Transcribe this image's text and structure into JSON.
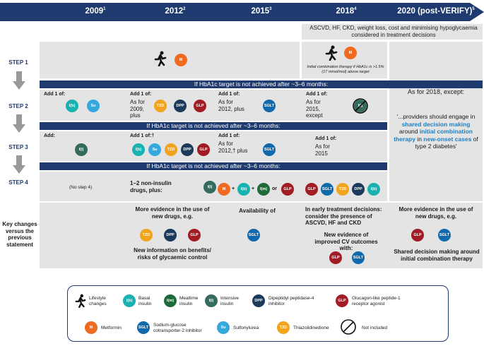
{
  "years": [
    {
      "label": "2009",
      "sup": "1"
    },
    {
      "label": "2012",
      "sup": "2"
    },
    {
      "label": "2015",
      "sup": "3"
    },
    {
      "label": "2018",
      "sup": "4"
    },
    {
      "label": "2020 (post-VERIFY)",
      "sup": "5"
    }
  ],
  "top_note_2018": "ASCVD, HF, CKD, weight loss, cost and minimising hypoglycaemia considered in treatment decisions",
  "steps": [
    "STEP 1",
    "STEP 2",
    "STEP 3",
    "STEP 4"
  ],
  "bands": {
    "band1": "If HbA1c target is not achieved after ~3–6 months:",
    "band2": "If HbA1c target is not achieved after ~3–6 months:",
    "band3": "If HbA1c target is not achieved after ~3–6 months:"
  },
  "step1": {
    "note_2018": "Initial combination therapy if HbA1c is >1.5% (17 mmol/mol) above target"
  },
  "step2": {
    "c2009": "Add 1 of:",
    "c2012": "Add 1 of:",
    "c2012_sub": "As for 2009, plus",
    "c2015": "Add 1 of:",
    "c2015_sub": "As for 2012, plus",
    "c2018": "Add 1 of:",
    "c2018_sub": "As for 2015, except"
  },
  "step3": {
    "c2009": "Add:",
    "c2012": "Add 1 of:†",
    "c2015": "Add 1 of:",
    "c2015_sub": "As for 2012,† plus",
    "c2018": "Add 1 of:",
    "c2018_sub": "As for 2015"
  },
  "step4": {
    "c2009": "(No step 4)",
    "c2012": "1–2 non-insulin drugs, plus:",
    "or": "or"
  },
  "col2020": {
    "line1": "As for 2018, except:",
    "quote_a": "'...providers should engage in ",
    "quote_b": "shared decision making",
    "quote_c": " around ",
    "quote_d": "initial combination therapy",
    "quote_e": " in ",
    "quote_f": "new-onset cases",
    "quote_g": " of type 2 diabetes'"
  },
  "key_changes": {
    "label": "Key changes versus the previous statement",
    "c2012_a": "More evidence in the use of new drugs, e.g.",
    "c2012_b": "New information on benefits/ risks of glycaemic control",
    "c2015_a": "Availability of",
    "c2018_a": "In early treatment decisions: consider the presence of ASCVD, HF and CKD",
    "c2018_b": "New evidence of improved CV outcomes with:",
    "c2020_a": "More evidence in the use of new drugs, e.g.",
    "c2020_b": "Shared decision making around initial combination therapy"
  },
  "drugs": {
    "M": "M",
    "Ib": "I(b)",
    "Im": "I(m)",
    "Ii": "I(i)",
    "Su": "Su",
    "TZD": "TZD",
    "DPP": "DPP",
    "GLP": "GLP",
    "SGLT": "SGLT"
  },
  "legend": {
    "lifestyle": "Lifestyle changes",
    "basal": "Basal insulin",
    "mealtime": "Mealtime insulin",
    "intensive": "Intensive insulin",
    "dpp": "Dipeptidyl peptidase-4 inhibitor",
    "glp": "Glucagon-like peptide-1 receptor agonist",
    "metformin": "Metformin",
    "sglt": "Sodium-glucose cotransporter-2 inhibitor",
    "su": "Sulfonylurea",
    "tzd": "Thiazolidinedione",
    "not_included": "Not included"
  },
  "colors": {
    "navy": "#1f3a6e",
    "grey": "#e4e4e4",
    "highlight_blue": "#1d7fc4"
  }
}
